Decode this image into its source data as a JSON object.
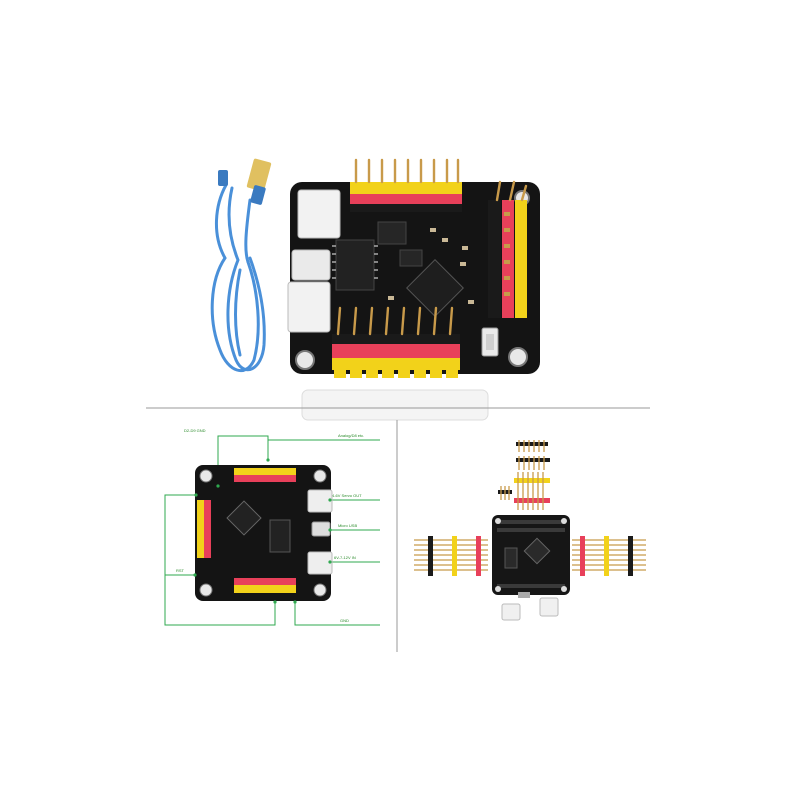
{
  "colors": {
    "background": "#ffffff",
    "pcb": "#141414",
    "pin_red": "#e8405a",
    "pin_yellow": "#f2d21a",
    "pin_gold": "#c89a4a",
    "usb_cable": "#4a90d9",
    "annotation_green": "#2fa84f",
    "divider": "#999999"
  },
  "diagram_labels": {
    "top_left": "D2-D9 GND",
    "top_right": "Analog/D8 etc.",
    "power_in": "4-6V Servo OUT",
    "usb": "Micro USB",
    "aux_power": "6V-7-12V IN",
    "reset": "RST",
    "bottom": "GND"
  }
}
